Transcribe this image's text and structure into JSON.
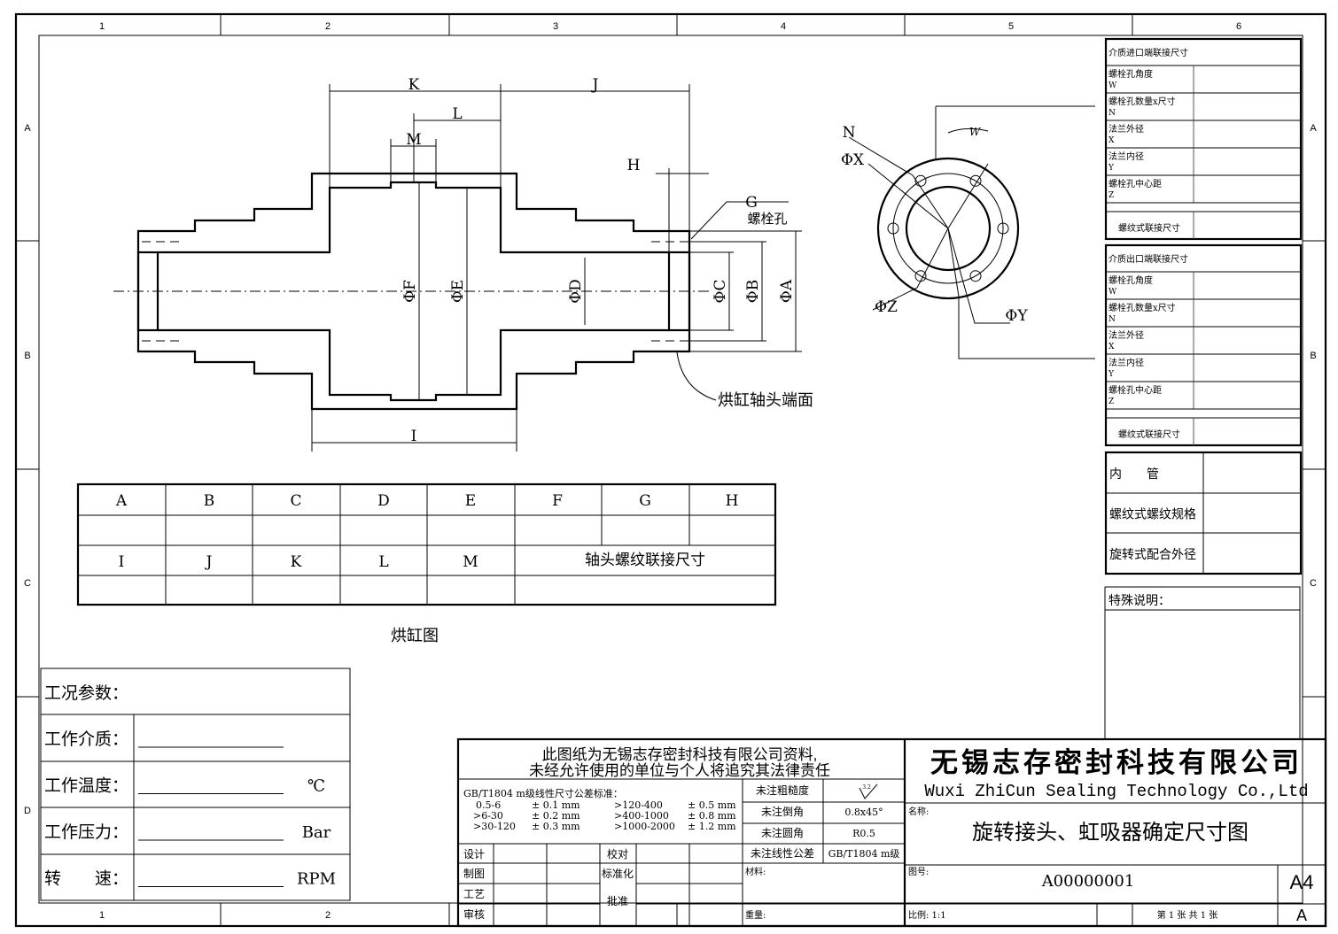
{
  "frame": {
    "cols": [
      "1",
      "2",
      "3",
      "4",
      "5",
      "6"
    ],
    "rows": [
      "A",
      "B",
      "C",
      "D"
    ]
  },
  "shaft": {
    "dims": {
      "K": "K",
      "J": "J",
      "L": "L",
      "M": "M",
      "H": "H",
      "I": "I",
      "F": "ΦF",
      "E": "ΦE",
      "D": "ΦD",
      "C": "ΦC",
      "B": "ΦB",
      "A": "ΦA"
    },
    "g_label": "G",
    "bolt_hole": "螺栓孔",
    "end_face": "烘缸轴头端面"
  },
  "flange": {
    "N": "N",
    "X": "ΦX",
    "Z": "ΦZ",
    "Y": "ΦY",
    "W": "W"
  },
  "dim_table": {
    "row1": [
      "A",
      "B",
      "C",
      "D",
      "E",
      "F",
      "G",
      "H"
    ],
    "row3": [
      "I",
      "J",
      "K",
      "L",
      "M"
    ],
    "row3_merged": "轴头螺纹联接尺寸"
  },
  "drawing_caption": "烘缸图",
  "params": {
    "title": "工况参数：",
    "rows": [
      {
        "label": "工作介质：",
        "unit": ""
      },
      {
        "label": "工作温度：",
        "unit": "℃"
      },
      {
        "label": "工作压力：",
        "unit": "Bar"
      },
      {
        "label": "转　　速：",
        "unit": "RPM"
      }
    ]
  },
  "inlet_table": {
    "title": "介质进口端联接尺寸",
    "rows": [
      [
        "螺栓孔角度",
        "W"
      ],
      [
        "螺栓孔数量x尺寸",
        "N"
      ],
      [
        "法兰外径",
        "X"
      ],
      [
        "法兰内径",
        "Y"
      ],
      [
        "螺栓孔中心距",
        "Z"
      ]
    ],
    "thread": "螺纹式联接尺寸"
  },
  "outlet_table": {
    "title": "介质出口端联接尺寸",
    "rows": [
      [
        "螺栓孔角度",
        "W"
      ],
      [
        "螺栓孔数量x尺寸",
        "N"
      ],
      [
        "法兰外径",
        "X"
      ],
      [
        "法兰内径",
        "Y"
      ],
      [
        "螺栓孔中心距",
        "Z"
      ]
    ],
    "thread": "螺纹式联接尺寸"
  },
  "pipe_table": {
    "rows": [
      "内　　管",
      "螺纹式螺纹规格",
      "旋转式配合外径"
    ]
  },
  "special_notes": "特殊说明：",
  "title_block": {
    "notice1": "此图纸为无锡志存密封科技有限公司资料,",
    "notice2": "未经允许使用的单位与个人将追究其法律责任",
    "tol_title": "GB/T1804 m级线性尺寸公差标准：",
    "tol": [
      [
        "0.5-6",
        "± 0.1 mm",
        ">120-400",
        "± 0.5 mm"
      ],
      [
        ">6-30",
        "± 0.2 mm",
        ">400-1000",
        "± 0.8 mm"
      ],
      [
        ">30-120",
        "± 0.3 mm",
        ">1000-2000",
        "± 1.2 mm"
      ]
    ],
    "spec": [
      [
        "未注粗糙度",
        "3.2"
      ],
      [
        "未注倒角",
        "0.8x45°"
      ],
      [
        "未注圆角",
        "R0.5"
      ],
      [
        "未注线性公差",
        "GB/T1804 m级"
      ]
    ],
    "roles": [
      "设计",
      "制图",
      "工艺",
      "审核"
    ],
    "roles2": [
      "校对",
      "标准化",
      "批准"
    ],
    "material": "材料:",
    "weight": "重量:",
    "company_cn": "无锡志存密封科技有限公司",
    "company_en": "Wuxi ZhiCun Sealing Technology Co.,Ltd",
    "name_label": "名称:",
    "name": "旋转接头、虹吸器确定尺寸图",
    "no_label": "图号:",
    "no": "A00000001",
    "size": "A4",
    "scale": "比例:  1:1",
    "sheet": "第 1 张      共 1 张",
    "rev": "A"
  }
}
